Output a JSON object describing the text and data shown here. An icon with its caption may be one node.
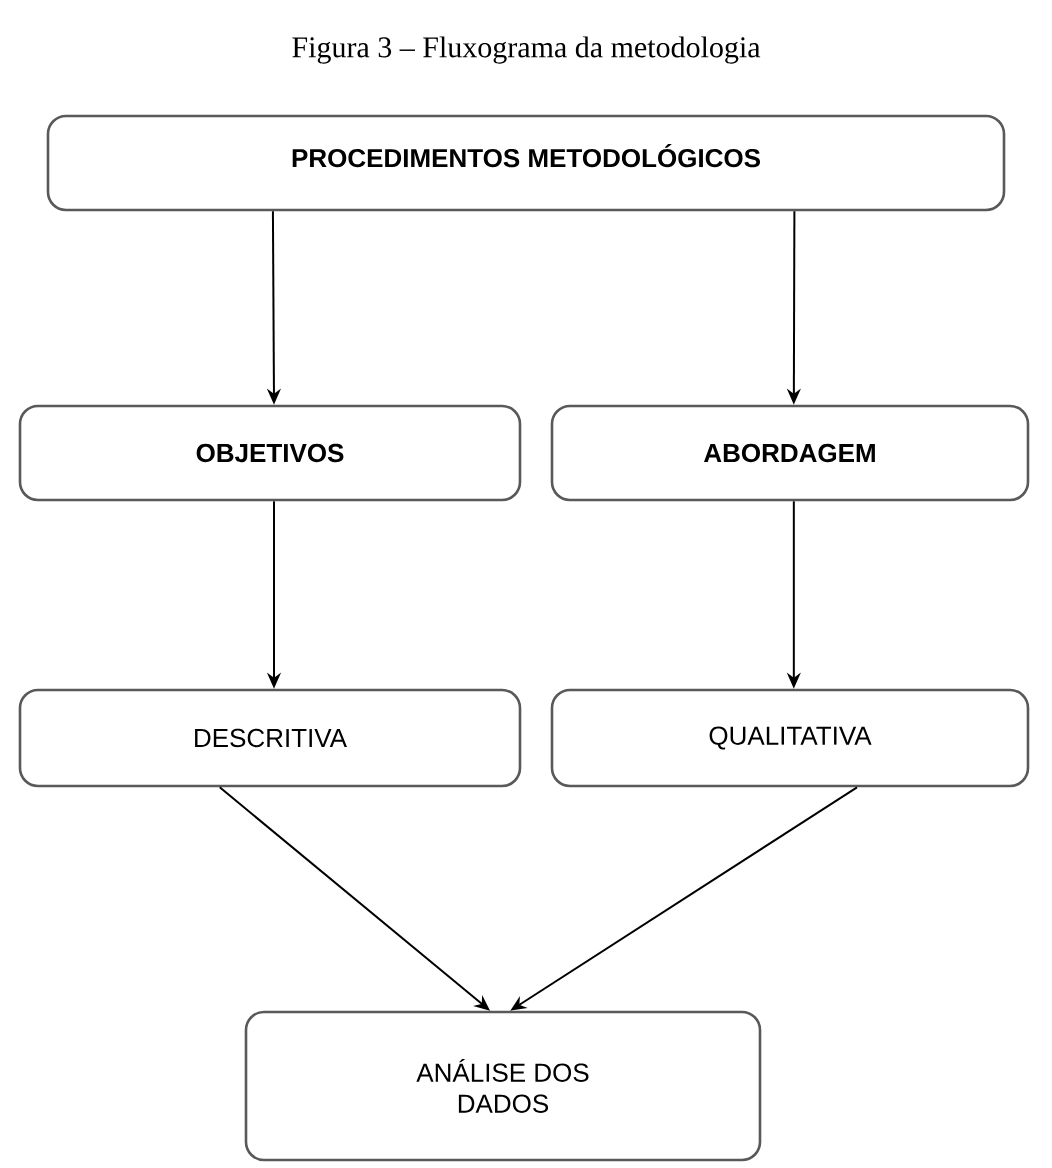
{
  "diagram": {
    "title": "Figura 3 – Fluxograma da metodologia",
    "nodes": [
      {
        "text": [
          "PROCEDIMENTOS METODOLÓGICOS"
        ]
      },
      {
        "text": [
          "OBJETIVOS"
        ]
      },
      {
        "text": [
          "ABORDAGEM"
        ]
      },
      {
        "text": [
          "DESCRITIVA"
        ]
      },
      {
        "text": [
          "QUALITATIVA"
        ]
      },
      {
        "text": [
          "ANÁLISE DOS DADOS"
        ]
      }
    ],
    "edges": [
      {
        "from": 0,
        "to": 1,
        "arrow": "to"
      },
      {
        "from": 0,
        "to": 2,
        "arrow": "to"
      },
      {
        "from": 1,
        "to": 3,
        "arrow": "to"
      },
      {
        "from": 2,
        "to": 4,
        "arrow": "to"
      },
      {
        "from": 3,
        "to": 5,
        "arrow": "to"
      },
      {
        "from": 4,
        "to": 5,
        "arrow": "to"
      }
    ]
  }
}
